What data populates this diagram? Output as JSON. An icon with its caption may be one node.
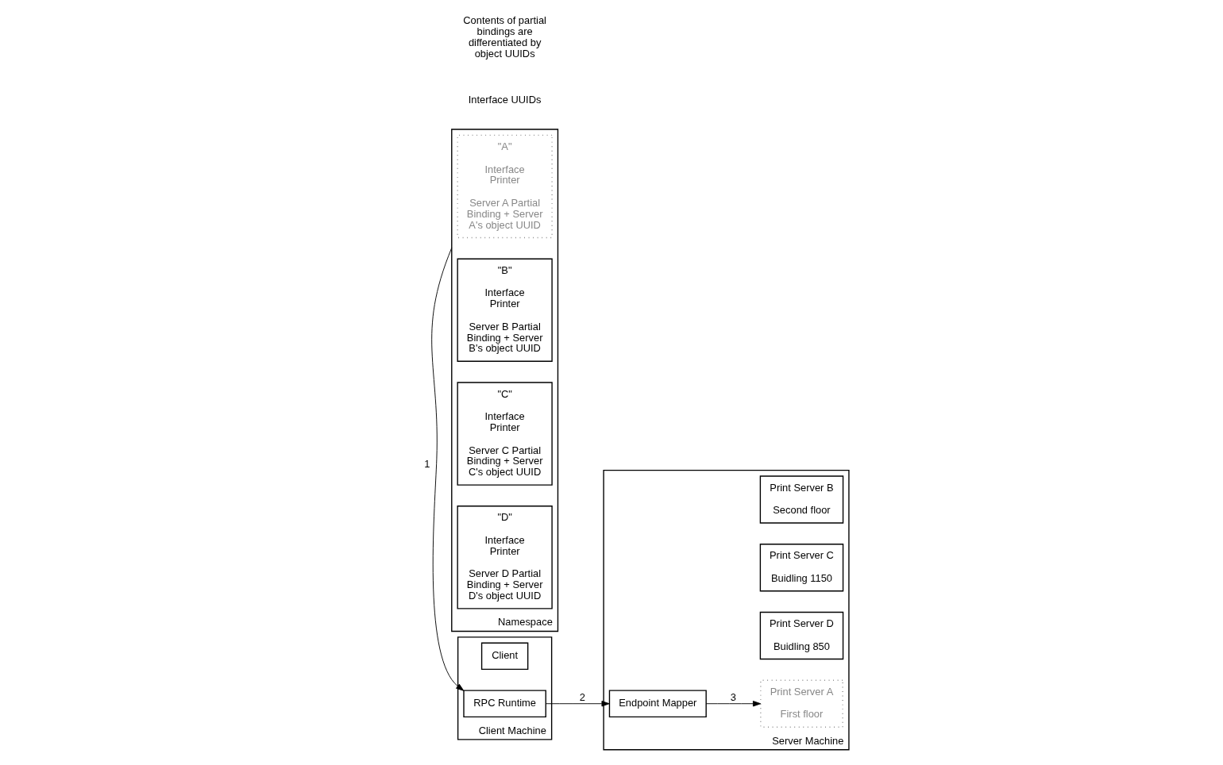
{
  "diagram": {
    "nodes": [
      {
        "text": [
          "Client Machine"
        ]
      },
      {
        "text": [
          "Client"
        ],
        "in": 0
      },
      {
        "text": [
          "RPC Runtime"
        ],
        "in": 0
      },
      {
        "text": [
          "Server Machine"
        ]
      },
      {
        "text": [
          "Print Server A",
          "First floor"
        ],
        "in": 3
      },
      {
        "text": [
          "Print Server B",
          "Second floor"
        ],
        "in": 3
      },
      {
        "text": [
          "Print Server C",
          "Buidling 1150"
        ],
        "in": 3
      },
      {
        "text": [
          "Print Server D",
          "Buidling 850"
        ],
        "in": 3
      },
      {
        "text": [
          "Endpoint Mapper"
        ],
        "in": 3
      },
      {
        "text": [
          "Namespace"
        ]
      },
      {
        "text": [
          "\"A\"",
          "Interface Printer",
          "Server A Partial Binding + Server A's object UUID"
        ],
        "in": 9
      },
      {
        "text": [
          "\"B\"",
          "Interface Printer",
          "Server B Partial Binding + Server B's object UUID"
        ],
        "in": 9
      },
      {
        "text": [
          "\"C\"",
          "Interface Printer",
          "Server C Partial Binding + Server C's object UUID"
        ],
        "in": 9
      },
      {
        "text": [
          "\"D\"",
          "Interface Printer",
          "Server D Partial Binding + Server D's object UUID"
        ],
        "in": 9
      }
    ],
    "edges": [
      {
        "from": 9,
        "to": 2,
        "arrow": "to",
        "label": "1"
      },
      {
        "from": 2,
        "to": 8,
        "arrow": "to",
        "label": "2"
      },
      {
        "from": 8,
        "to": 4,
        "arrow": "to",
        "label": "3"
      }
    ],
    "labels": [
      "Interface UUIDs",
      "Contents of partial bindings are differentiated by object UUIDs"
    ]
  }
}
